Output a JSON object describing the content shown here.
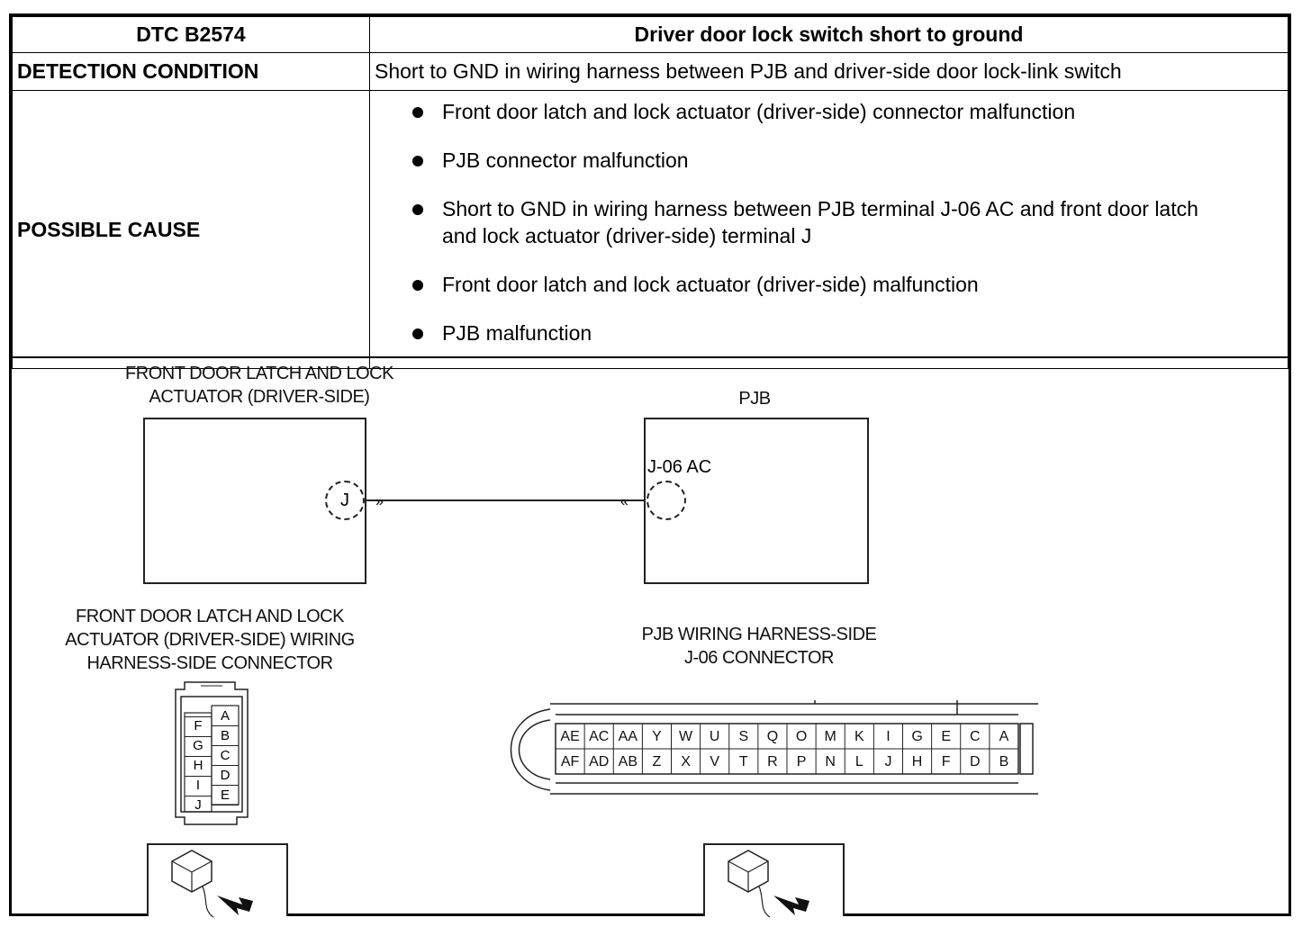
{
  "dtc": {
    "code": "DTC B2574",
    "title": "Driver door lock switch short to ground",
    "detection_label": "DETECTION CONDITION",
    "detection_value": "Short to GND in wiring harness between PJB and driver-side door lock-link switch",
    "cause_label": "POSSIBLE CAUSE",
    "causes": [
      "Front door latch and lock actuator (driver-side) connector malfunction",
      "PJB connector malfunction",
      "Short to GND in wiring harness between PJB terminal J-06 AC and front door latch and lock actuator (driver-side) terminal J",
      "Front door latch and lock actuator (driver-side) malfunction",
      "PJB malfunction"
    ]
  },
  "diagram": {
    "actuator_label": "FRONT DOOR LATCH AND LOCK\nACTUATOR (DRIVER-SIDE)",
    "actuator_pin": "J",
    "pjb_label": "PJB",
    "pjb_pin": "J-06 AC",
    "actuator_connector_label": "FRONT DOOR LATCH AND LOCK\nACTUATOR (DRIVER-SIDE) WIRING\nHARNESS-SIDE CONNECTOR",
    "pjb_connector_label": "PJB WIRING HARNESS-SIDE\nJ-06 CONNECTOR",
    "actuator_connector": {
      "left_column": [
        "F",
        "G",
        "H",
        "I",
        "J"
      ],
      "right_column": [
        "A",
        "B",
        "C",
        "D",
        "E"
      ]
    },
    "pjb_connector": {
      "top_row": [
        "AE",
        "AC",
        "AA",
        "Y",
        "W",
        "U",
        "S",
        "Q",
        "O",
        "M",
        "K",
        "I",
        "G",
        "E",
        "C",
        "A"
      ],
      "bottom_row": [
        "AF",
        "AD",
        "AB",
        "Z",
        "X",
        "V",
        "T",
        "R",
        "P",
        "N",
        "L",
        "J",
        "H",
        "F",
        "D",
        "B"
      ]
    },
    "view_icons": [
      "connector-view-icon",
      "connector-view-icon"
    ]
  }
}
